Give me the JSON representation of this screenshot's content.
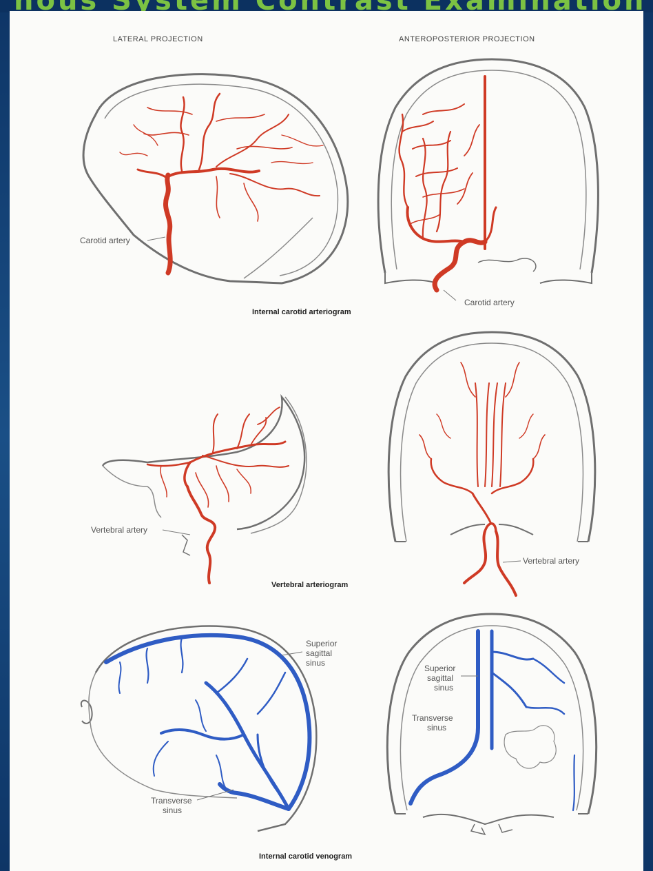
{
  "slide": {
    "title_fragment": "nous System Contrast Examination Of"
  },
  "columns": {
    "lateral": "LATERAL PROJECTION",
    "ap": "ANTEROPOSTERIOR PROJECTION"
  },
  "panels": {
    "carotid_lat_label": "Carotid artery",
    "carotid_ap_label": "Carotid artery",
    "carotid_caption": "Internal carotid arteriogram",
    "vert_lat_label": "Vertebral artery",
    "vert_ap_label": "Vertebral artery",
    "vert_caption": "Vertebral arteriogram",
    "veno_lat_sss": "Superior\nsagittal\nsinus",
    "veno_lat_ts": "Transverse\nsinus",
    "veno_ap_sss": "Superior\nsagittal\nsinus",
    "veno_ap_ts": "Transverse\nsinus",
    "veno_caption": "Internal carotid venogram"
  },
  "colors": {
    "artery": "#cf3a25",
    "vein": "#2f5cc4",
    "outline": "#6f6f6f"
  }
}
